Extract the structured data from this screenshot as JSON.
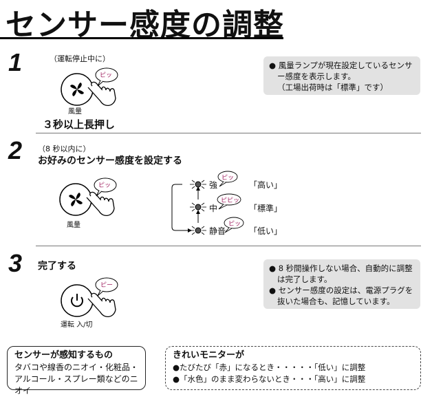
{
  "title": "センサー感度の調整",
  "step1": {
    "number": "1",
    "condition": "（運転停止中に）",
    "button_label": "風量",
    "beep": "ピッ",
    "action": "３秒以上長押し",
    "notes": [
      "● 風量ランプが現在設定しているセンサー感度を表示します。",
      "（工場出荷時は「標準」です）"
    ]
  },
  "step2": {
    "number": "2",
    "condition": "（8 秒以内に）",
    "action": "お好みのセンサー感度を設定する",
    "button_label": "風量",
    "beep": "ピッ",
    "levels": [
      {
        "lamp": "強",
        "beep": "ピッ",
        "sensitivity": "「高い」"
      },
      {
        "lamp": "中",
        "beep": "ピピッ",
        "sensitivity": "「標準」"
      },
      {
        "lamp": "静音",
        "beep": "ピッ",
        "sensitivity": "「低い」"
      }
    ]
  },
  "step3": {
    "number": "3",
    "action": "完了する",
    "button_label": "運転 入/切",
    "beep": "ピー",
    "notes": [
      "● 8 秒間操作しない場合、自動的に調整は完了します。",
      "● センサー感度の設定は、電源プラグを抜いた場合も、記憶しています。"
    ]
  },
  "sensor_box": {
    "title": "センサーが感知するもの",
    "lines": [
      "タバコや線香のニオイ・化粧品・",
      "アルコール・スプレー類などのニオイ"
    ]
  },
  "monitor_box": {
    "title": "きれいモニターが",
    "lines": [
      "●たびたび「赤」になるとき・・・・・「低い」に調整",
      "●「水色」のまま変わらないとき・・・「高い」に調整"
    ]
  }
}
